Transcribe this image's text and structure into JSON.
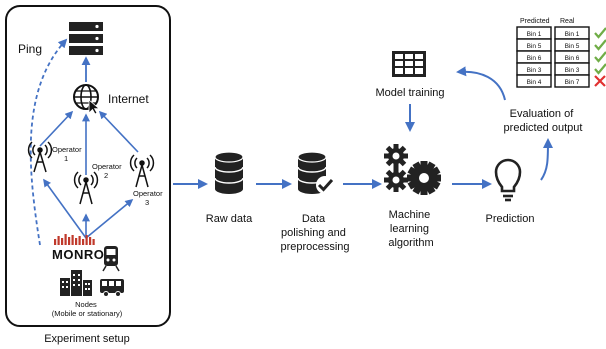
{
  "setup": {
    "ping": "Ping",
    "internet": "Internet",
    "operator1": [
      "Operator",
      "1"
    ],
    "operator2": [
      "Operator",
      "2"
    ],
    "operator3": [
      "Operator",
      "3"
    ],
    "monroe": "MONROE",
    "nodes": [
      "Nodes",
      "(Mobile or stationary)"
    ],
    "caption": "Experiment setup"
  },
  "pipeline": {
    "raw_data": "Raw data",
    "polishing": [
      "Data",
      "polishing and",
      "preprocessing"
    ],
    "algorithm": [
      "Machine",
      "learning",
      "algorithm"
    ],
    "model_training": "Model training",
    "prediction": "Prediction",
    "evaluation": [
      "Evaluation of",
      "predicted output"
    ]
  },
  "table": {
    "predicted_header": "Predicted",
    "real_header": "Real",
    "rows": [
      {
        "predicted": "Bin 1",
        "real": "Bin 1",
        "correct": true
      },
      {
        "predicted": "Bin 5",
        "real": "Bin 5",
        "correct": true
      },
      {
        "predicted": "Bin 6",
        "real": "Bin 6",
        "correct": true
      },
      {
        "predicted": "Bin 3",
        "real": "Bin 3",
        "correct": true
      },
      {
        "predicted": "Bin 4",
        "real": "Bin 7",
        "correct": false
      }
    ]
  },
  "colors": {
    "arrow": "#4472c4",
    "check": "#70ad47",
    "cross": "#e03030",
    "monroe_red": "#c0392b"
  }
}
